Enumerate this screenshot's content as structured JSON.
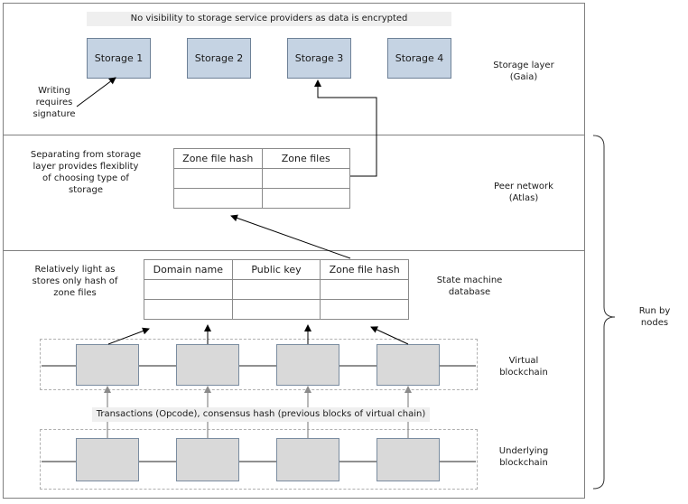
{
  "storage_layer": {
    "banner": "No visibility to storage service providers as data is encrypted",
    "nodes": [
      "Storage 1",
      "Storage 2",
      "Storage 3",
      "Storage 4"
    ],
    "label_line1": "Storage layer",
    "label_line2": "(Gaia)",
    "note_lines": [
      "Writing",
      "requires",
      "signature"
    ]
  },
  "peer_network": {
    "note_lines": [
      "Separating from storage",
      "layer provides flexiblity",
      "of choosing type of",
      "storage"
    ],
    "headers": [
      "Zone file hash",
      "Zone files"
    ],
    "label_line1": "Peer network",
    "label_line2": "(Atlas)"
  },
  "state_machine": {
    "note_lines": [
      "Relatively light as",
      "stores only hash of",
      "zone files"
    ],
    "headers": [
      "Domain name",
      "Public key",
      "Zone file hash"
    ],
    "label_line1": "State machine",
    "label_line2": "database"
  },
  "virtual_chain": {
    "label_line1": "Virtual",
    "label_line2": "blockchain",
    "banner": "Transactions (Opcode), consensus hash (previous blocks of virtual chain)"
  },
  "underlying_chain": {
    "label_line1": "Underlying",
    "label_line2": "blockchain"
  },
  "bracket_label": {
    "line1": "Run by",
    "line2": "nodes"
  }
}
